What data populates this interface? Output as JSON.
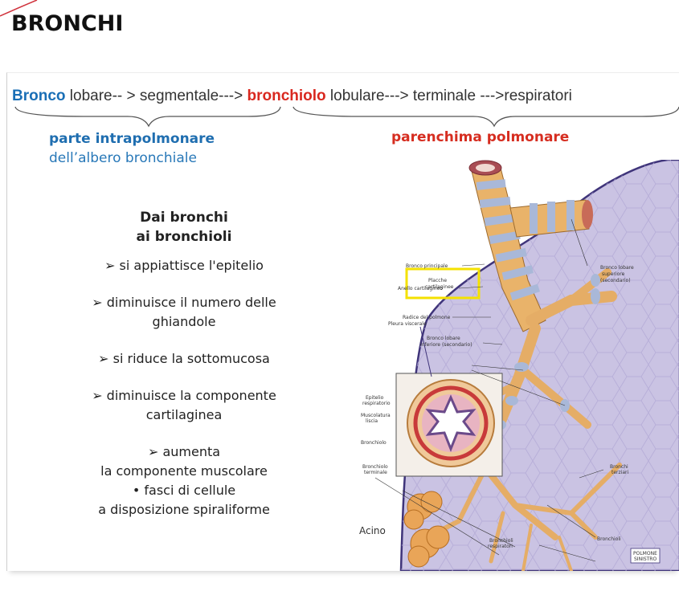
{
  "page": {
    "title": "BRONCHI"
  },
  "header": {
    "p1": "Bronco",
    "p2": " lobare-- > segmentale---> ",
    "p3": "bronchiolo",
    "p4": " lobulare---> terminale --->respiratori"
  },
  "left_caption": {
    "bold": "parte intrapolmonare",
    "normal": "dell’albero bronchiale"
  },
  "right_caption": "parenchima polmonare",
  "bullets": {
    "head_1": "Dai bronchi",
    "head_2": "ai bronchioli",
    "b1": "➢ si appiattisce l'epitelio",
    "b2a": "➢ diminuisce il numero delle",
    "b2b": "ghiandole",
    "b3": "➢ si riduce la sottomucosa",
    "b4a": "➢ diminuisce la componente",
    "b4b": "cartilaginea",
    "b5a": "➢ aumenta",
    "b5b": "la componente muscolare",
    "b5c": "• fasci di cellule",
    "b5d": "a disposizione spiraliforme"
  },
  "illustration": {
    "labels": {
      "bronco_principale": "Bronco principale",
      "anello": "Anello cartilagineo",
      "radice": "Radice del polmone",
      "bl_inf_1": "Bronco lobare",
      "bl_inf_2": "inferiore (secondario)",
      "placche_1": "Placche",
      "placche_2": "cartilaginee",
      "pleura": "Pleura viscerale",
      "bl_sup_1": "Bronco lobare",
      "bl_sup_2": "superiore",
      "bl_sup_3": "(secondario)",
      "epitelio_1": "Epitelio",
      "epitelio_2": "respiratorio",
      "musc_1": "Muscolatura",
      "musc_2": "liscia",
      "bronchiolo": "Bronchiolo",
      "bt_1": "Bronchiolo",
      "bt_2": "terminale",
      "terziari_1": "Bronchi",
      "terziari_2": "terziari",
      "bronchioli": "Bronchioli",
      "acino": "Acino",
      "br_resp_1": "Bronchioli",
      "br_resp_2": "respiratori",
      "polmone_1": "POLMONE",
      "polmone_2": "SINISTRO"
    }
  },
  "colors": {
    "blue": "#1a6fb6",
    "red": "#d9281f",
    "highlight": "#f4e100",
    "lung": "#c9c2e2"
  }
}
